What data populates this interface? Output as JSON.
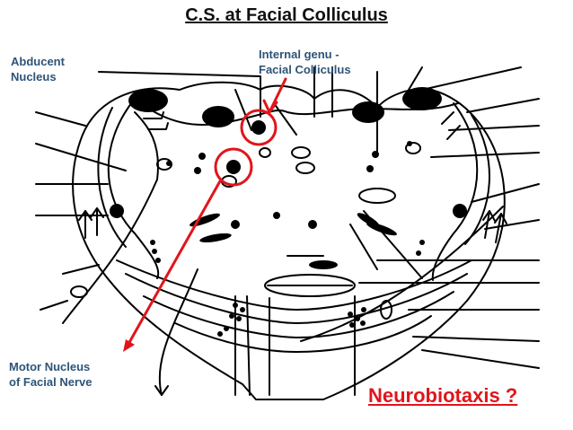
{
  "title": "C.S. at Facial Colliculus",
  "labels": {
    "abducent": [
      "Abducent",
      "Nucleus"
    ],
    "genu": [
      "Internal genu -",
      "Facial Colliculus"
    ],
    "motor": [
      "Motor  Nucleus",
      "of Facial Nerve"
    ],
    "question": "Neurobiotaxis ?"
  },
  "colors": {
    "title": "#111111",
    "label": "#2e5478",
    "highlight": "#e0151b",
    "ink": "#000000"
  }
}
